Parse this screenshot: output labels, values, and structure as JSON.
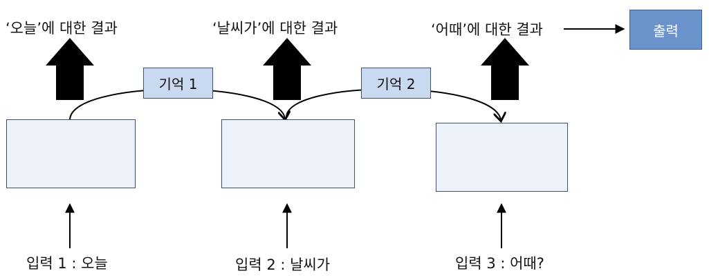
{
  "outputs": [
    {
      "label": "‘오늘’에 대한 결과"
    },
    {
      "label": "‘날씨가’에 대한 결과"
    },
    {
      "label": "‘어때’에 대한 결과"
    }
  ],
  "memories": [
    {
      "label": "기억 1"
    },
    {
      "label": "기억 2"
    }
  ],
  "inputs": [
    {
      "label": "입력 1 : 오늘"
    },
    {
      "label": "입력 2 : 날씨가"
    },
    {
      "label": "입력 3 : 어때?"
    }
  ],
  "final_output": {
    "label": "출력"
  },
  "colors": {
    "cell_fill": "#edf2fa",
    "memory_fill": "#c8d9f0",
    "output_fill": "#6a93cc",
    "arrow": "#000000"
  }
}
